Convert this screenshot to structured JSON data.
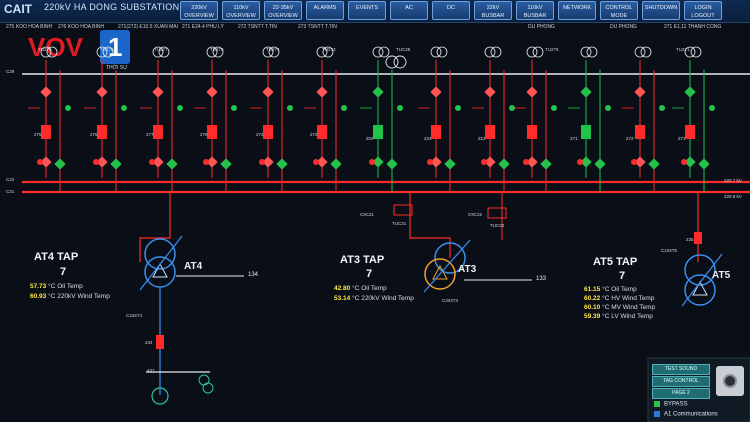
{
  "header": {
    "brand": "CAIT",
    "title": "220kV HA DONG SUBSTATION",
    "nav": [
      "220kV OVERVIEW",
      "110kV OVERVIEW",
      "22-35kV OVERVIEW",
      "ALARMS",
      "EVENTS",
      "AC",
      "DC",
      "22kV BUSBAR",
      "110kV BUSBAR",
      "NETWORK",
      "CONTROL MODE",
      "SHUTDOWN",
      "LOGIN LOGOUT"
    ]
  },
  "logo": {
    "text": "VOV",
    "digit": "1",
    "sub": "THỜI SỰ",
    "accent": "#e21b22",
    "box": "#1b66c9"
  },
  "feeders_left": [
    "275 KOO HOA BINH",
    "276 KOO HOA BINH",
    "271(272) E10.5 XUAN MAI",
    "271 E24.4 PHU LY",
    "272 TSNTT T.TIN",
    "273 TSNTT T.TIN"
  ],
  "feeders_right": [
    "DU PHONG",
    "DU PHONG",
    "271 E1.11 THANH CONG"
  ],
  "top_tags": [
    "TU279",
    "TU276",
    "TU277",
    "TU278",
    "TU274",
    "TU273",
    "TUC29",
    "TU275",
    "TU271"
  ],
  "breaker_ids_left": [
    "275",
    "276",
    "277",
    "278",
    "274",
    "273"
  ],
  "breaker_ids_mid": [
    "202",
    "224",
    "212"
  ],
  "breaker_ids_right": [
    "271",
    "272",
    "271"
  ],
  "bus_labels": {
    "c29": "C29",
    "c22": "C22",
    "c21": "C21",
    "v1": "220.7 kV",
    "v2": "220.9 kV"
  },
  "couplers": [
    {
      "name": "C9C21",
      "tag": "TUC21"
    },
    {
      "name": "C9C22",
      "tag": "TUC22"
    }
  ],
  "transformers": [
    {
      "id": "AT4",
      "tap_title": "AT4 TAP",
      "tap": "7",
      "side": "134",
      "temps": [
        {
          "value": "57.73",
          "unit": "°C",
          "label": "Oil Temp"
        },
        {
          "value": "60.93",
          "unit": "°C",
          "label": "220kV Wind Temp"
        }
      ]
    },
    {
      "id": "AT3",
      "tap_title": "AT3 TAP",
      "tap": "7",
      "side": "133",
      "temps": [
        {
          "value": "42.80",
          "unit": "°C",
          "label": "Oil Temp"
        },
        {
          "value": "53.14",
          "unit": "°C",
          "label": "220kV Wind Temp"
        }
      ]
    },
    {
      "id": "AT5",
      "tap_title": "AT5 TAP",
      "tap": "7",
      "side": "",
      "temps": [
        {
          "value": "61.15",
          "unit": "°C",
          "label": "Oil Temp"
        },
        {
          "value": "60.22",
          "unit": "°C",
          "label": "HV Wind Temp"
        },
        {
          "value": "60.10",
          "unit": "°C",
          "label": "MV Wind Temp"
        },
        {
          "value": "59.39",
          "unit": "°C",
          "label": "LV Wind Temp"
        }
      ]
    }
  ],
  "small_tags": {
    "at4_breaker": "434",
    "at4_ds": "C334T4",
    "at4_bus": "431",
    "at3_ds": "C334T3",
    "at5_bus": "235",
    "at5_ds": "C234T5"
  },
  "control_panel": {
    "buttons": [
      "TEST SOUND",
      "TAG CONTROL",
      "PAGE 2"
    ],
    "legend": [
      {
        "label": "BYPASS",
        "color": "#2fbf4a"
      },
      {
        "label": "A1 Communications",
        "color": "#2a7be0"
      }
    ]
  }
}
